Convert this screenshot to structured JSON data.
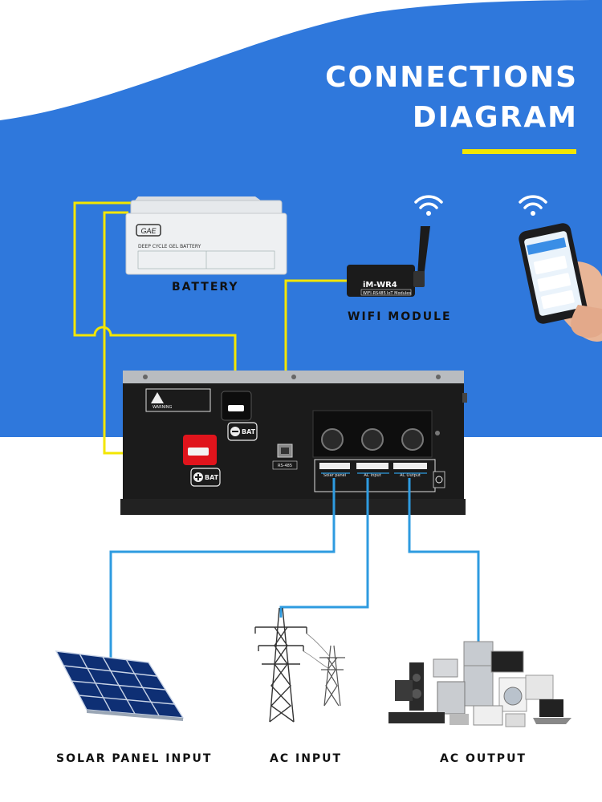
{
  "title": {
    "line1": "CONNECTIONS",
    "line2": "DIAGRAM"
  },
  "colors": {
    "blue": "#2f78dc",
    "yellow": "#f3e600",
    "line_blue": "#2e9be0",
    "inverter": "#1b1b1b",
    "breaker_red": "#e0141c"
  },
  "components": {
    "battery": {
      "label": "BATTERY",
      "brand": "GAE",
      "type": "DEEP CYCLE GEL BATTERY"
    },
    "wifi_module": {
      "label": "WIFI MODULE",
      "model": "iM-WR4",
      "sub1": "WIFI-RS485",
      "sub2": "IoT Modules"
    },
    "solar": {
      "label": "SOLAR PANEL INPUT"
    },
    "ac_input": {
      "label": "AC INPUT"
    },
    "ac_output": {
      "label": "AC OUTPUT"
    }
  },
  "inverter": {
    "warning": "WARNING",
    "bat_neg": "BAT",
    "bat_pos": "BAT",
    "rs485": "RS-485",
    "term_solar": "Solar panel",
    "term_ac_in": "AC Input",
    "term_ac_out": "AC Output"
  }
}
